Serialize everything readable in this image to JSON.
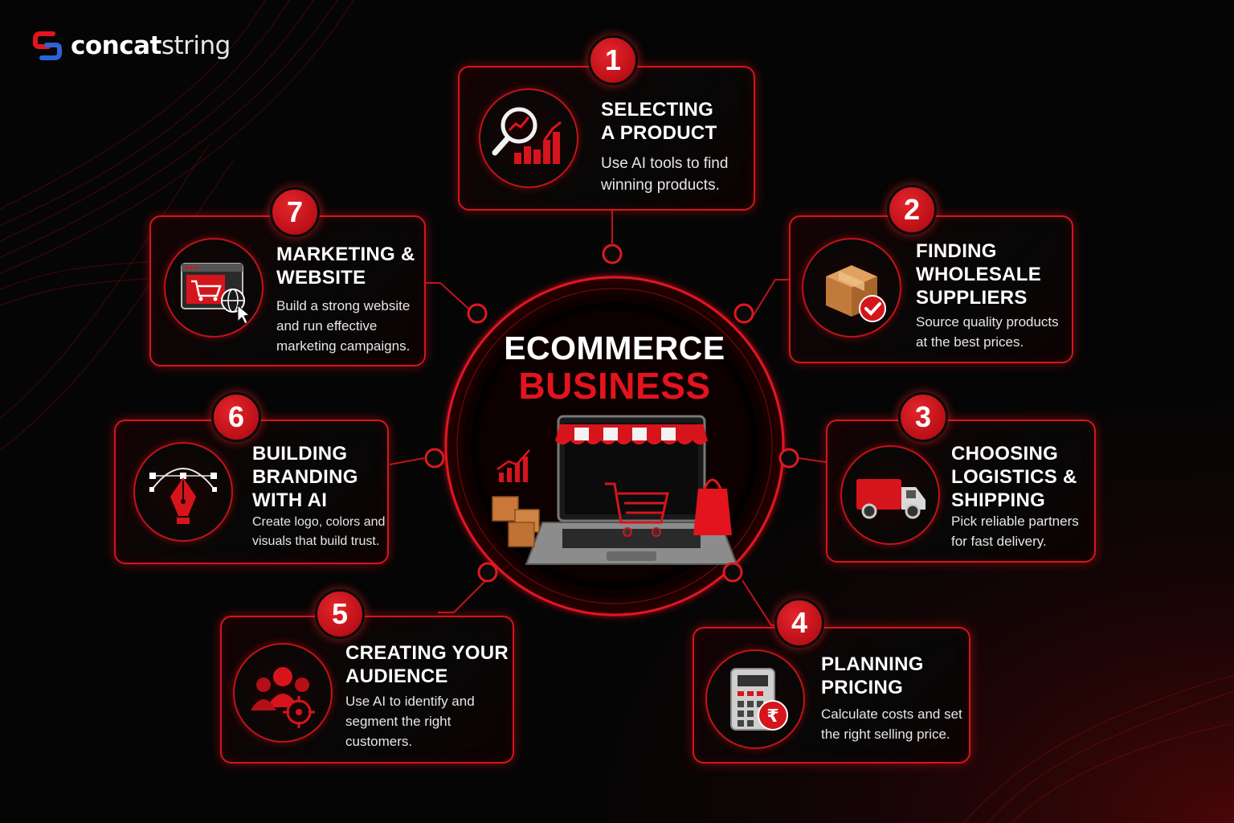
{
  "brand": {
    "name_bold": "concat",
    "name_light": "string"
  },
  "hub": {
    "title_line1": "ECOMMERCE",
    "title_line2": "BUSINESS"
  },
  "colors": {
    "accent": "#e3141d",
    "background": "#050505",
    "card_border": "#d7141c",
    "text": "#ffffff"
  },
  "steps": [
    {
      "number": "1",
      "title": "SELECTING\nA PRODUCT",
      "description": "Use AI tools to find\nwinning products.",
      "icon": "product-research-icon"
    },
    {
      "number": "2",
      "title": "FINDING\nWHOLESALE\nSUPPLIERS",
      "description": "Source quality products\nat the best prices.",
      "icon": "supplier-box-icon"
    },
    {
      "number": "3",
      "title": "CHOOSING\nLOGISTICS &\nSHIPPING",
      "description": "Pick reliable partners\nfor fast delivery.",
      "icon": "delivery-truck-icon"
    },
    {
      "number": "4",
      "title": "PLANNING\nPRICING",
      "description": "Calculate costs and set\nthe right selling price.",
      "icon": "calculator-rupee-icon"
    },
    {
      "number": "5",
      "title": "CREATING YOUR\nAUDIENCE",
      "description": "Use AI to identify and\nsegment the right\ncustomers.",
      "icon": "audience-target-icon"
    },
    {
      "number": "6",
      "title": "BUILDING\nBRANDING\nWITH AI",
      "description": "Create logo, colors and\nvisuals that build trust.",
      "icon": "pen-tool-icon"
    },
    {
      "number": "7",
      "title": "MARKETING &\nWEBSITE",
      "description": "Build a strong website\nand run effective\nmarketing campaigns.",
      "icon": "website-cart-icon"
    }
  ]
}
